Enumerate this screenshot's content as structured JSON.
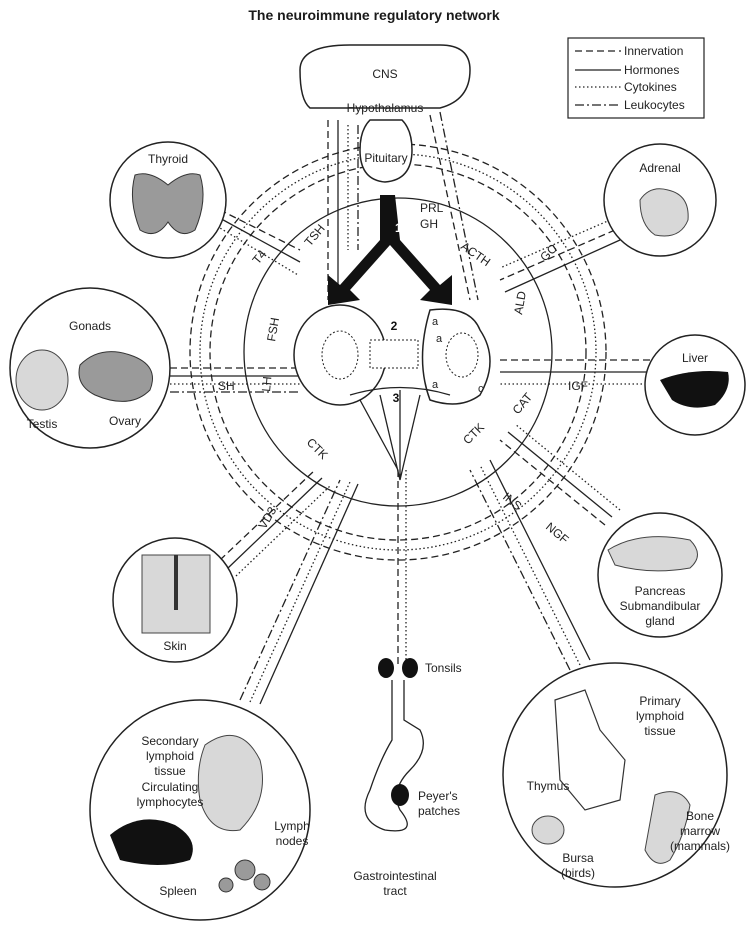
{
  "title": "The neuroimmune regulatory network",
  "legend": [
    {
      "label": "Innervation",
      "style": "dashed"
    },
    {
      "label": "Hormones",
      "style": "solid"
    },
    {
      "label": "Cytokines",
      "style": "dotted"
    },
    {
      "label": "Leukocytes",
      "style": "dash-dot"
    }
  ],
  "brain": {
    "cns": "CNS",
    "hypothalamus": "Hypothalamus",
    "pituitary": "Pituitary"
  },
  "hormones": {
    "prl": "PRL",
    "gh": "GH",
    "tsh": "TSH",
    "t4": "T4",
    "fsh": "FSH",
    "lh": "LH",
    "sh": "SH",
    "acth": "ACTH",
    "gc": "GC",
    "ald": "ALD",
    "igf": "IGF",
    "ctk_left": "CTK",
    "ctk_right": "CTK",
    "cat": "CAT",
    "ins": "INS",
    "ngf": "NGF",
    "vd3": "VD3"
  },
  "center": {
    "num1": "1",
    "num2": "2",
    "num3": "3",
    "a1": "a",
    "a2": "a",
    "a3": "a",
    "c": "c"
  },
  "organs": {
    "thyroid": "Thyroid",
    "adrenal": "Adrenal",
    "gonads": "Gonads",
    "testis": "Testis",
    "ovary": "Ovary",
    "liver": "Liver",
    "skin": "Skin",
    "pancreas": "Pancreas",
    "submandibular": "Submandibular",
    "gland": "gland",
    "tonsils": "Tonsils",
    "peyers1": "Peyer's",
    "peyers2": "patches",
    "gi1": "Gastrointestinal",
    "gi2": "tract",
    "secondary1": "Secondary",
    "secondary2": "lymphoid",
    "secondary3": "tissue",
    "circulating1": "Circulating",
    "circulating2": "lymphocytes",
    "lymph1": "Lymph",
    "lymph2": "nodes",
    "spleen": "Spleen",
    "primary1": "Primary",
    "primary2": "lymphoid",
    "primary3": "tissue",
    "thymus": "Thymus",
    "bone1": "Bone",
    "bone2": "marrow",
    "bone3": "(mammals)",
    "bursa1": "Bursa",
    "bursa2": "(birds)"
  }
}
